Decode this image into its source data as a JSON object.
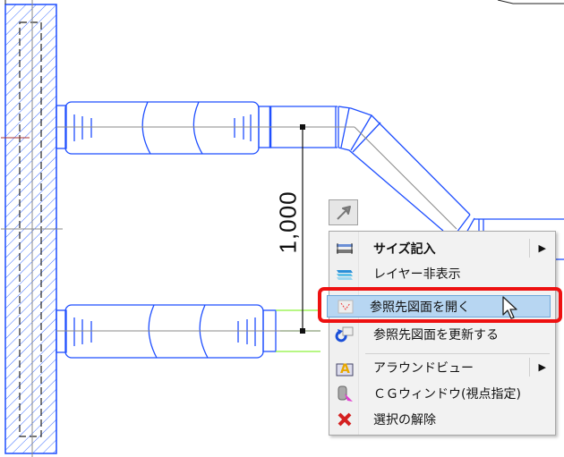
{
  "drawing": {
    "dimension_label": "1,000"
  },
  "context_menu": {
    "items": [
      {
        "label": "サイズ記入",
        "icon": "size-annotation-icon",
        "submenu": true
      },
      {
        "label": "レイヤー非表示",
        "icon": "layer-hide-icon",
        "submenu": false
      },
      {
        "label": "参照先図面を開く",
        "icon": "open-reference-drawing-icon",
        "submenu": false,
        "highlighted": true
      },
      {
        "label": "参照先図面を更新する",
        "icon": "refresh-reference-drawing-icon",
        "submenu": false
      },
      {
        "label": "アラウンドビュー",
        "icon": "around-view-icon",
        "submenu": true
      },
      {
        "label": "ＣＧウィンドウ(視点指定)",
        "icon": "cg-window-icon",
        "submenu": false
      },
      {
        "label": "選択の解除",
        "icon": "deselect-icon",
        "submenu": false
      }
    ],
    "submenu_arrow": "▶"
  },
  "colors": {
    "pipe": "#1f4fff",
    "highlight": "#b7d6f2",
    "callout": "#ee1111",
    "guide": "#8cf23a"
  }
}
